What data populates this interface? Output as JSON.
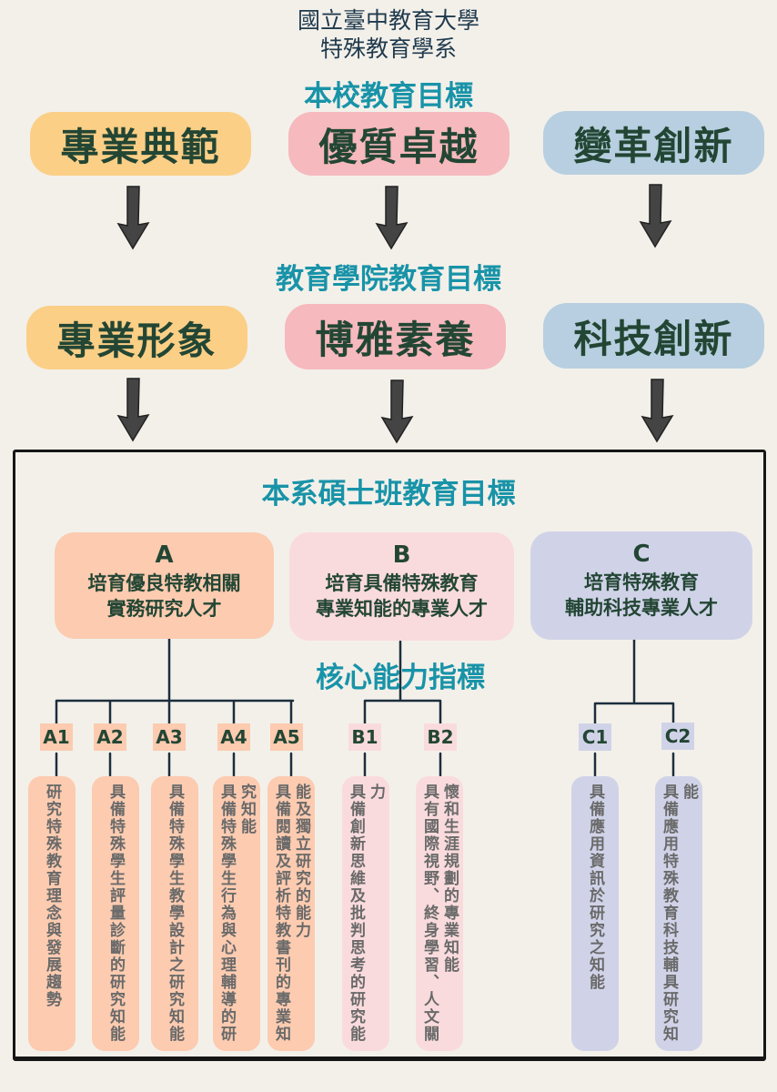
{
  "header": {
    "line1": "國立臺中教育大學",
    "line2": "特殊教育學系"
  },
  "school": {
    "title": "本校教育目標",
    "goals": [
      "專業典範",
      "優質卓越",
      "變革創新"
    ]
  },
  "college": {
    "title": "教育學院教育目標",
    "goals": [
      "專業形象",
      "博雅素養",
      "科技創新"
    ]
  },
  "program": {
    "title": "本系碩士班教育目標",
    "core_title": "核心能力指標",
    "goals": [
      {
        "letter": "A",
        "line1": "培育優良特教相關",
        "line2": "實務研究人才"
      },
      {
        "letter": "B",
        "line1": "培育具備特殊教育",
        "line2": "專業知能的專業人才"
      },
      {
        "letter": "C",
        "line1": "培育特殊教育",
        "line2": "輔助科技專業人才"
      }
    ],
    "indicators": [
      {
        "code": "A1",
        "text": "研究特殊教育理念與發展趨勢"
      },
      {
        "code": "A2",
        "text": "具備特殊學生評量診斷的研究知能"
      },
      {
        "code": "A3",
        "text": "具備特殊學生教學設計之研究知能"
      },
      {
        "code": "A4",
        "text": "具備特殊學生行為與心理輔導的研究知能"
      },
      {
        "code": "A5",
        "text": "具備閱讀及評析特教書刊的專業知能及獨立研究的能力"
      },
      {
        "code": "B1",
        "text": "具備創新思維及批判思考的研究能力"
      },
      {
        "code": "B2",
        "text": "具有國際視野、終身學習、人文關懷和生涯規劃的專業知能"
      },
      {
        "code": "C1",
        "text": "具備應用資訊於研究之知能"
      },
      {
        "code": "C2",
        "text": "具備應用特殊教育科技輔具研究知能"
      }
    ]
  },
  "colors": {
    "background": "#f3f0ea",
    "title_teal": "#1893a8",
    "dark_green_text": "#234634",
    "orange": "#fbcf86",
    "pink": "#f6b9bd",
    "blue": "#b7cfe0",
    "peach": "#fccbb0",
    "light_pink": "#fadbdd",
    "lavender": "#d0d3e8"
  }
}
